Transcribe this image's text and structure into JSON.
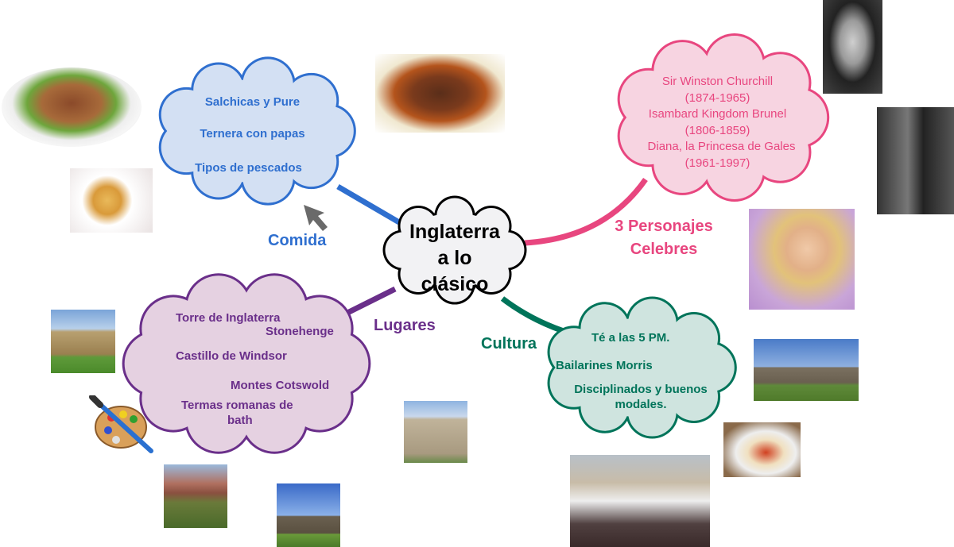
{
  "center": {
    "line1": "Inglaterra",
    "line2": "a lo",
    "line3": "clásico"
  },
  "branches": {
    "comida": {
      "label": "Comida",
      "color": "#2f6fcf",
      "fill": "#d3e0f3",
      "items": [
        "Salchicas y Pure",
        "Ternera con papas",
        "Tipos de pescados"
      ]
    },
    "personajes": {
      "label_line1": "3 Personajes",
      "label_line2": "Celebres",
      "color": "#e8467f",
      "fill": "#f7d4e1",
      "items": [
        "Sir Winston Churchill",
        "(1874-1965)",
        "Isambard Kingdom Brunel",
        "(1806-1859)",
        "Diana, la Princesa de Gales",
        "(1961-1997)"
      ]
    },
    "lugares": {
      "label": "Lugares",
      "color": "#6a2f8a",
      "fill": "#e5d1e1",
      "items": [
        "Torre de Inglaterra",
        "Stonehenge",
        "Castillo de Windsor",
        "Montes Cotswold",
        "Termas romanas de",
        "bath"
      ]
    },
    "cultura": {
      "label": "Cultura",
      "color": "#00745a",
      "fill": "#cfe4df",
      "items": [
        "Té a las 5 PM.",
        "Bailarines Morris",
        "Disciplinados y buenos",
        "modales."
      ]
    }
  },
  "icons": [
    "cursor-arrow-icon",
    "paint-palette-icon"
  ]
}
